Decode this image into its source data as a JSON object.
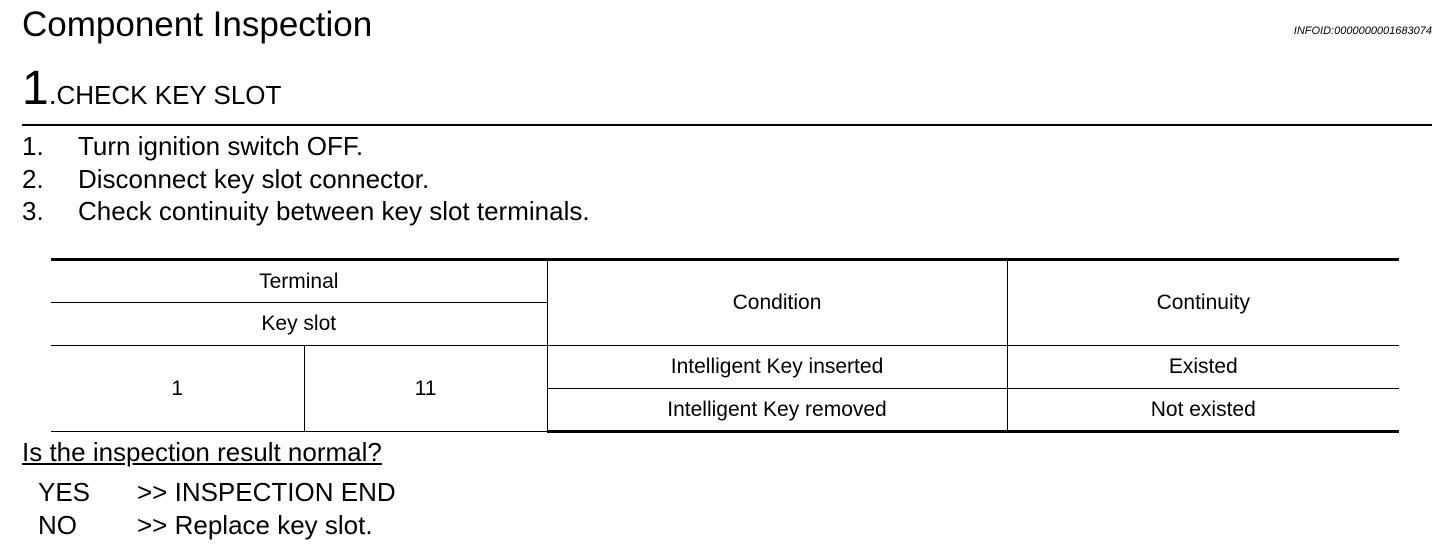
{
  "header": {
    "title": "Component Inspection",
    "info_id": "INFOID:0000000001683074"
  },
  "step": {
    "number": "1",
    "dot": ".",
    "title": "CHECK KEY SLOT"
  },
  "procedure": [
    {
      "num": "1.",
      "text": "Turn ignition switch OFF."
    },
    {
      "num": "2.",
      "text": "Disconnect key slot connector."
    },
    {
      "num": "3.",
      "text": "Check continuity between key slot terminals."
    }
  ],
  "table": {
    "header_terminal": "Terminal",
    "header_key_slot": "Key slot",
    "header_condition": "Condition",
    "header_continuity": "Continuity",
    "terminal_a": "1",
    "terminal_b": "11",
    "rows": [
      {
        "condition": "Intelligent Key inserted",
        "continuity": "Existed"
      },
      {
        "condition": "Intelligent Key removed",
        "continuity": "Not existed"
      }
    ]
  },
  "result": {
    "question": "Is the inspection result normal?",
    "answers": [
      {
        "key": "YES",
        "action": ">> INSPECTION END"
      },
      {
        "key": "NO",
        "action": ">> Replace key slot."
      }
    ]
  }
}
